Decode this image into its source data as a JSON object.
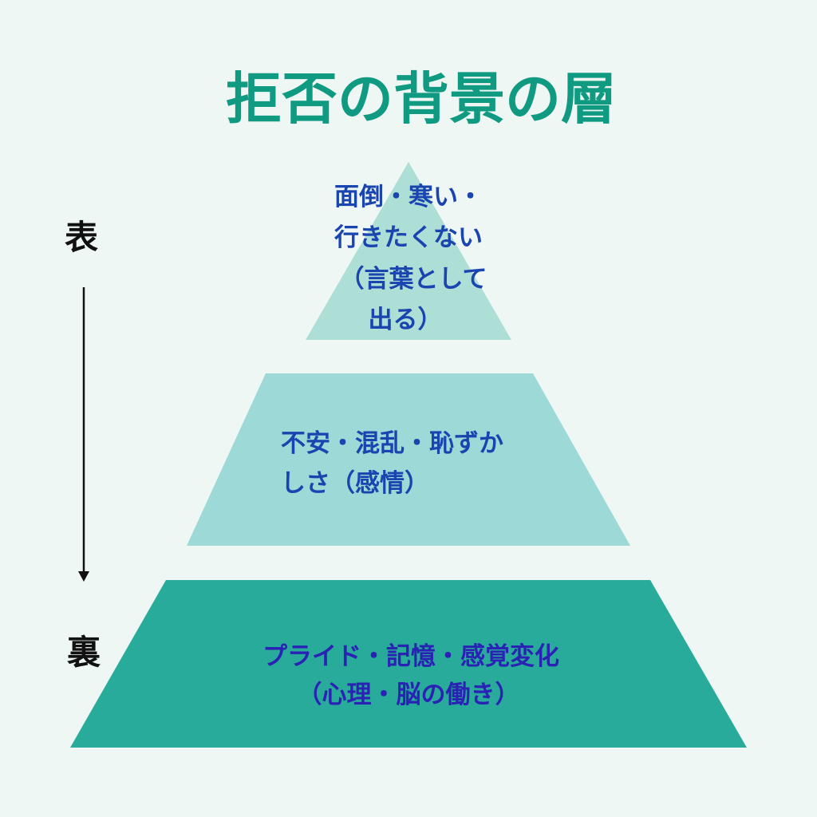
{
  "title": "拒否の背景の層",
  "axis": {
    "top_label": "表",
    "bottom_label": "裏"
  },
  "layers": [
    {
      "lines": [
        "面倒・寒い・",
        "行きたくない",
        "（言葉として",
        "出る）"
      ],
      "color": "#aedfd6"
    },
    {
      "lines": [
        "不安・混乱・恥ずか",
        "しさ（感情）"
      ],
      "color": "#9dd9d6"
    },
    {
      "lines": [
        "プライド・記憶・感覚変化",
        "（心理・脳の働き）"
      ],
      "color": "#29ab9c"
    }
  ],
  "colors": {
    "background": "#eef7f4",
    "title": "#119a82",
    "text": "#1a44b0"
  }
}
